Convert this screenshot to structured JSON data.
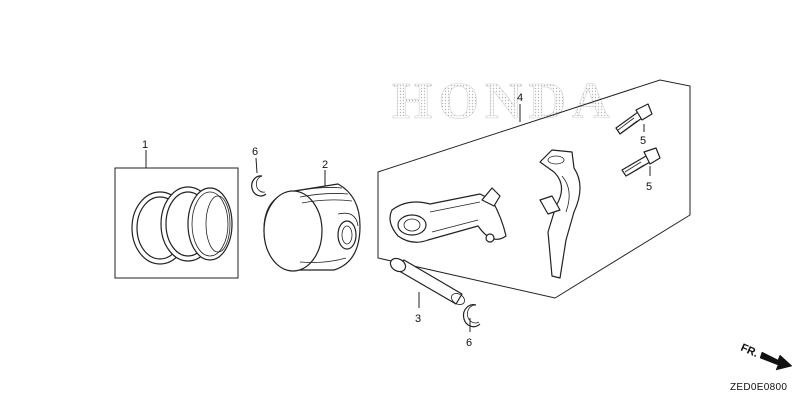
{
  "watermark": {
    "text": "HONDA"
  },
  "callouts": [
    {
      "id": "piston-rings",
      "label": "1"
    },
    {
      "id": "piston",
      "label": "2"
    },
    {
      "id": "piston-pin",
      "label": "3"
    },
    {
      "id": "connecting-rod",
      "label": "4"
    },
    {
      "id": "rod-bolt-upper",
      "label": "5"
    },
    {
      "id": "rod-bolt-lower",
      "label": "5"
    },
    {
      "id": "pin-clip-upper",
      "label": "6"
    },
    {
      "id": "pin-clip-lower",
      "label": "6"
    }
  ],
  "direction": {
    "label": "FR."
  },
  "reference_code": "ZED0E0800"
}
